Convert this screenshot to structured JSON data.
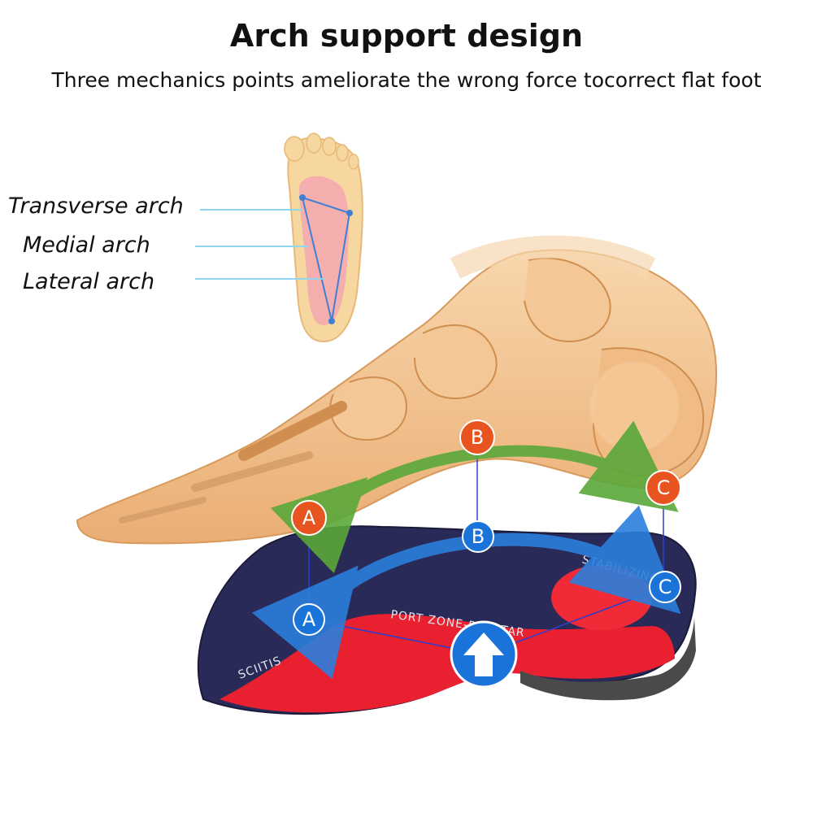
{
  "header": {
    "title": "Arch support design",
    "subtitle": "Three mechanics points ameliorate the wrong force tocorrect flat foot"
  },
  "arch_labels": {
    "transverse": "Transverse arch",
    "medial": "Medial arch",
    "lateral": "Lateral arch"
  },
  "points": {
    "a": "A",
    "b": "B",
    "c": "C"
  },
  "insole": {
    "text_stabilizing": "STABILIZING",
    "text_zone": "PORT ZONE-PLANTAR",
    "text_fasciitis": "SCIITIS"
  },
  "icons": {
    "support": "up-arrow-icon"
  },
  "colors": {
    "point_orange": "#e8541f",
    "point_blue": "#1a73d9",
    "arrow_green": "#5aa83a",
    "arrow_blue": "#2a7fdc",
    "insole_navy": "#2a2a58",
    "insole_red": "#e8202f",
    "bone": "#f2c08c"
  }
}
